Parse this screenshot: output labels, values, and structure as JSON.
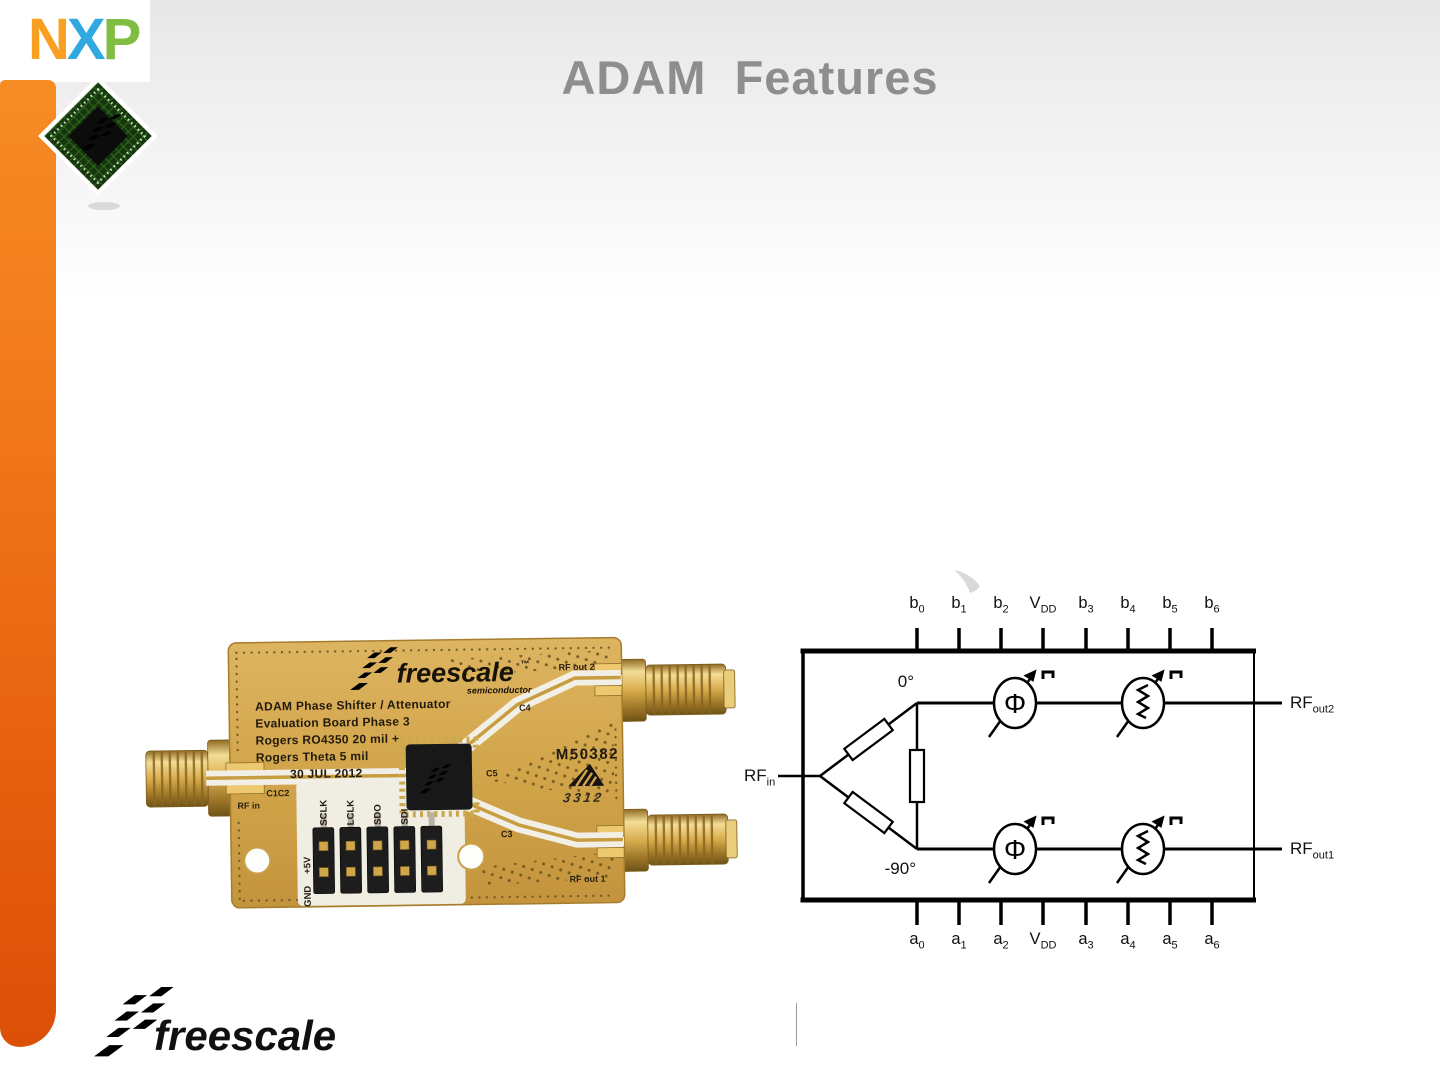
{
  "colors": {
    "freescale_orange": "#F26522",
    "freescale_yellow": "#FBD384",
    "sidebar_top": "#F68C24",
    "sidebar_bottom": "#DB4F07",
    "title_gray": "#8E8E8E",
    "pcb_gold": "#D3A74E",
    "nxp_n": "#F7A021",
    "nxp_x": "#2FA9DF",
    "nxp_p": "#7FBE42"
  },
  "header": {
    "nxp_letters": [
      "N",
      "X",
      "P"
    ],
    "title": "ADAM  Features"
  },
  "pcb": {
    "brand": "freescale",
    "brand_tm": "™",
    "brand_sub": "semiconductor",
    "silkscreen": [
      "ADAM Phase Shifter / Attenuator",
      "Evaluation Board Phase 3",
      "Rogers RO4350 20 mil +",
      "Rogers Theta 5 mil",
      "30 JUL 2012"
    ],
    "labels": {
      "rf_out2": "RF out 2",
      "rf_in": "RF in",
      "rf_out1": "RF out 1",
      "part_number": "M50382",
      "date_code": "3312",
      "c4": "C4",
      "c5": "C5",
      "c3": "C3",
      "c1c2": "C1C2"
    },
    "header_pins": [
      "SCLK",
      "LCLK",
      "SDO",
      "SDI"
    ],
    "power_pins": [
      "+5V",
      "GND"
    ]
  },
  "diagram": {
    "top_pins": [
      {
        "base": "b",
        "sub": "0"
      },
      {
        "base": "b",
        "sub": "1"
      },
      {
        "base": "b",
        "sub": "2"
      },
      {
        "base": "V",
        "sub": "DD"
      },
      {
        "base": "b",
        "sub": "3"
      },
      {
        "base": "b",
        "sub": "4"
      },
      {
        "base": "b",
        "sub": "5"
      },
      {
        "base": "b",
        "sub": "6"
      }
    ],
    "bottom_pins": [
      {
        "base": "a",
        "sub": "0"
      },
      {
        "base": "a",
        "sub": "1"
      },
      {
        "base": "a",
        "sub": "2"
      },
      {
        "base": "V",
        "sub": "DD"
      },
      {
        "base": "a",
        "sub": "3"
      },
      {
        "base": "a",
        "sub": "4"
      },
      {
        "base": "a",
        "sub": "5"
      },
      {
        "base": "a",
        "sub": "6"
      }
    ],
    "rf_in": {
      "base": "RF",
      "sub": "in"
    },
    "rf_out2": {
      "base": "RF",
      "sub": "out2"
    },
    "rf_out1": {
      "base": "RF",
      "sub": "out1"
    },
    "phase_top_label": "0°",
    "phase_bottom_label": "-90°",
    "phi_symbol": "Φ"
  },
  "footer": {
    "brand": "freescale"
  }
}
